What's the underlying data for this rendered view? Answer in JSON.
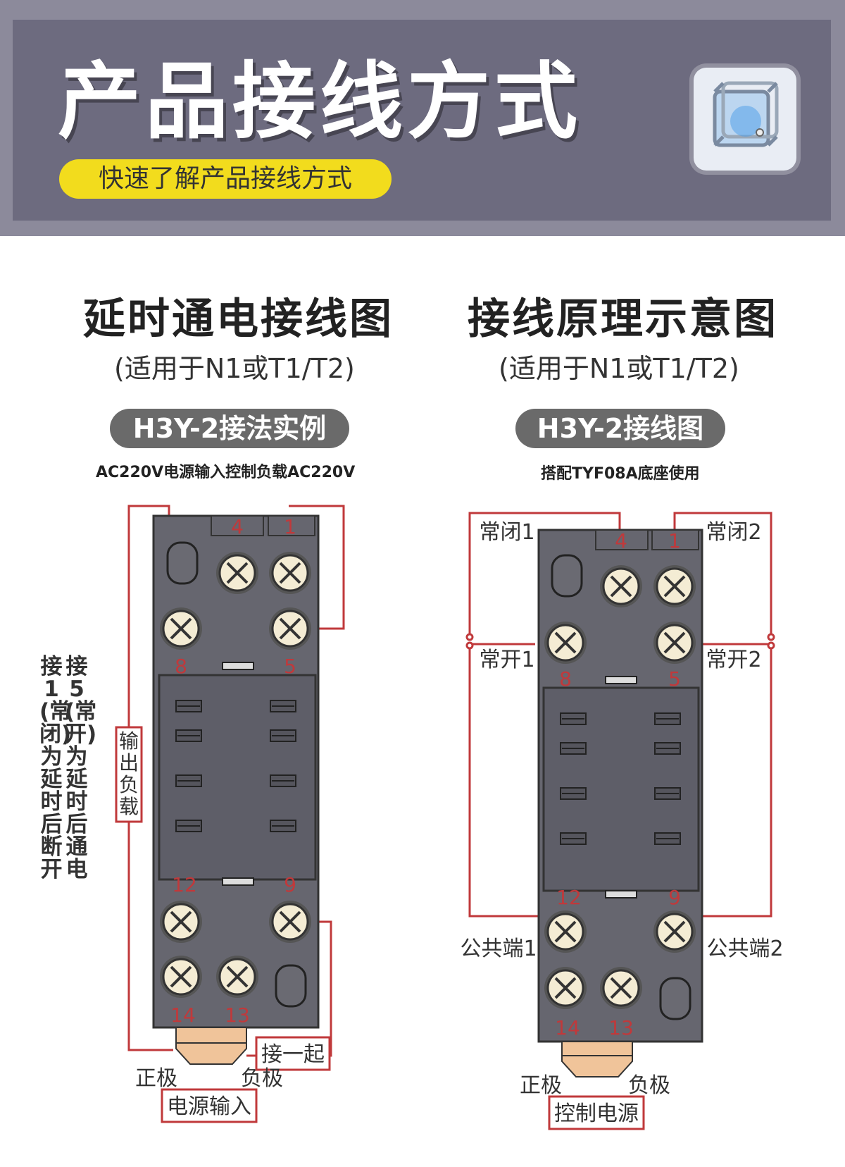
{
  "header": {
    "title": "产品接线方式",
    "subtitle": "快速了解产品接线方式",
    "logo_icon": "relay-cube-icon"
  },
  "left": {
    "title": "延时通电接线图",
    "applies": "(适用于N1或T1/T2)",
    "badge": "H3Y-2接法实例",
    "caption": "AC220V电源输入控制负载AC220V",
    "side_note_1": "接5(常开)为延时后通电",
    "side_note_2": "接1(常闭)为延时后断开",
    "load_label": "输出负载",
    "join_label": "接一起",
    "positive": "正极",
    "negative": "负极",
    "power_input": "电源输入",
    "terminals": [
      "4",
      "1",
      "8",
      "5",
      "12",
      "9",
      "14",
      "13"
    ]
  },
  "right": {
    "title": "接线原理示意图",
    "applies": "(适用于N1或T1/T2)",
    "badge": "H3Y-2接线图",
    "caption": "搭配TYF08A底座使用",
    "nc1": "常闭1",
    "nc2": "常闭2",
    "no1": "常开1",
    "no2": "常开2",
    "com1": "公共端1",
    "com2": "公共端2",
    "positive": "正极",
    "negative": "负极",
    "control_power": "控制电源",
    "terminals": [
      "4",
      "1",
      "8",
      "5",
      "12",
      "9",
      "14",
      "13"
    ]
  },
  "colors": {
    "wire": "#c0393b",
    "socket": "#66666f",
    "terminal_num": "#c0393b",
    "header_bg": "#6d6b7f",
    "pill": "#f2dc1d"
  }
}
